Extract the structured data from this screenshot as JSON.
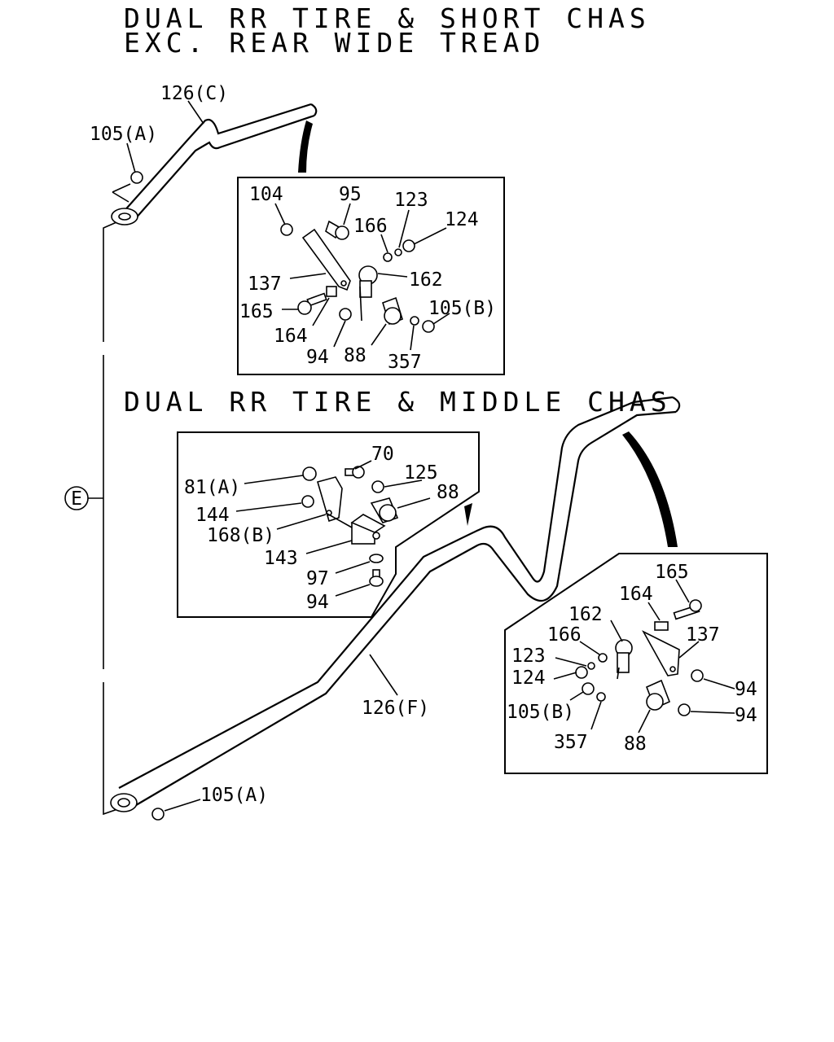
{
  "headings": {
    "short_line1": "DUAL RR TIRE & SHORT CHAS",
    "short_line2": "EXC. REAR WIDE TREAD",
    "middle": "DUAL RR TIRE & MIDDLE CHAS"
  },
  "reference_marker": "E",
  "top_assembly": {
    "pipe_label": "126(C)",
    "nut_label": "105(A)"
  },
  "detail_box_1": {
    "labels": [
      "104",
      "95",
      "123",
      "166",
      "124",
      "137",
      "162",
      "165",
      "105(B)",
      "164",
      "94",
      "88",
      "357"
    ]
  },
  "detail_box_2": {
    "labels": [
      "70",
      "81(A)",
      "125",
      "88",
      "144",
      "168(B)",
      "143",
      "97",
      "94"
    ]
  },
  "bottom_assembly": {
    "pipe_label": "126(F)",
    "nut_label": "105(A)"
  },
  "detail_box_3": {
    "labels": [
      "165",
      "164",
      "162",
      "137",
      "166",
      "123",
      "124",
      "94",
      "105(B)",
      "94",
      "357",
      "88"
    ]
  }
}
